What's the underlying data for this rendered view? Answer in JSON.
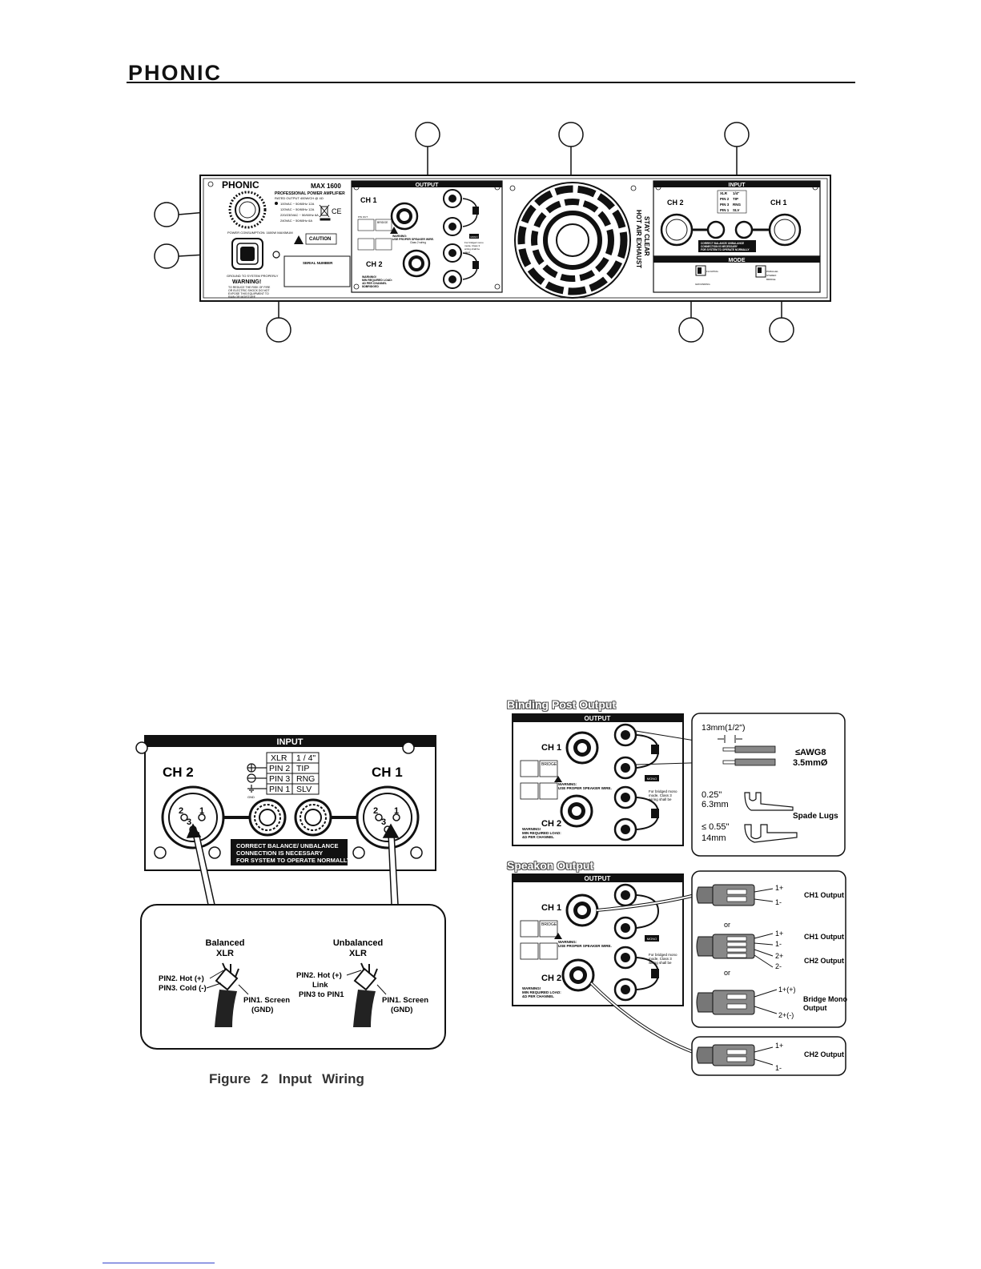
{
  "header": {
    "brand": "PHONIC"
  },
  "rear_panel": {
    "brand": "PHONIC",
    "model": "MAX 1600",
    "subtitle": "PROFESSIONAL POWER AMPLIFIER",
    "rated": "RATED OUTPUT 400W/CH @ 4Ω",
    "voltages": [
      "100VAC ~ 50/60Hz 12A",
      "120VAC ~ 50/60Hz 12A",
      "220/230VAC ~ 50/60Hz 6A",
      "240VAC ~ 50/60Hz 6A"
    ],
    "power_consumption": "POWER CONSUMPTION: 1600W MAXIMUM",
    "caution": "CAUTION",
    "ground": "GROUND TO SYSTEM PROPERLY",
    "warning": "WARNING!",
    "warning_text": [
      "TO REDUCE THE RISK OF FIRE",
      "OR ELECTRIC SHOCK DO NOT",
      "EXPOSE THIS EQUIPMENT TO",
      "RAIN OR MOISTURE."
    ],
    "serial": "SERIAL NUMBER",
    "output_title": "OUTPUT",
    "ch1": "CH 1",
    "ch2": "CH 2",
    "pin_out": "PIN OUT",
    "bridge": "BRIDGE",
    "speaker_warning": [
      "WARNING:",
      "USE PROPER SPEAKER WIRE.",
      "Class 2 wiring"
    ],
    "min_load": [
      "WARNING!",
      "MIN REQUIRED LOAD:",
      "4Ω PER CHANNEL",
      "8ΩBRIDGED"
    ],
    "bridge_note": [
      "For bridged mono",
      "mode, Class 3",
      "wiring shall be",
      "used."
    ],
    "mono_label": "MONO",
    "hot_air": [
      "HOT AIR EXHAUST",
      "STAY CLEAR"
    ],
    "input_title": "INPUT",
    "xlr": "XLR",
    "quarter": "1/4\"",
    "pins": [
      [
        "PIN 2",
        "TIP"
      ],
      [
        "PIN 3",
        "RNG"
      ],
      [
        "PIN 1",
        "SLV"
      ]
    ],
    "correct_note": [
      "CORRECT BALANCE/ UNBALANCE",
      "CONNECTION IS NECESSARY",
      "FOR SYSTEM TO OPERATE NORMALLY"
    ],
    "mode_title": "MODE",
    "floating": "FLOATING",
    "grounding": "GROUNDING",
    "parallel": "PARALLEL",
    "stereo": "STEREO",
    "bridge_mode": "BRIDGE"
  },
  "figure2": {
    "input_title": "INPUT",
    "ch2": "CH 2",
    "ch1": "CH 1",
    "xlr": "XLR",
    "quarter": "1 / 4\"",
    "pins": [
      [
        "PIN 2",
        "TIP"
      ],
      [
        "PIN 3",
        "RNG"
      ],
      [
        "PIN 1",
        "SLV"
      ]
    ],
    "gnd": "GND",
    "note": [
      "CORRECT BALANCE/ UNBALANCE",
      "CONNECTION IS NECESSARY",
      "FOR SYSTEM TO OPERATE NORMALLY"
    ],
    "balanced": [
      "Balanced",
      "XLR"
    ],
    "unbalanced": [
      "Unbalanced",
      "XLR"
    ],
    "bal_hot": "PIN2. Hot (+)",
    "bal_cold": "PIN3. Cold (-)",
    "bal_screen": [
      "PIN1. Screen",
      "(GND)"
    ],
    "unbal_hot": "PIN2. Hot (+)",
    "unbal_link": [
      "Link",
      "PIN3 to PIN1"
    ],
    "unbal_screen": [
      "PIN1. Screen",
      "(GND)"
    ],
    "caption": "Figure 2   Input Wiring"
  },
  "figure3": {
    "binding_title": "Binding Post Output",
    "speakon_title": "Speakon Output",
    "output_title": "OUTPUT",
    "strip": "13mm(1/2\")",
    "awg": [
      "≤AWG8",
      "3.5mmØ"
    ],
    "lug1": [
      "0.25\"",
      "6.3mm"
    ],
    "lug2": [
      "≤ 0.55\"",
      "14mm"
    ],
    "spade": "Spade Lugs",
    "or": "or",
    "ch1_output": "CH1 Output",
    "ch2_output": "CH2 Output",
    "bridge_output": [
      "Bridge Mono",
      "Output"
    ],
    "terms_1": [
      "1+",
      "1-"
    ],
    "terms_12": [
      "1+",
      "1-",
      "2+",
      "2-"
    ],
    "terms_bridge": [
      "1+(+)",
      "2+(-)"
    ]
  }
}
